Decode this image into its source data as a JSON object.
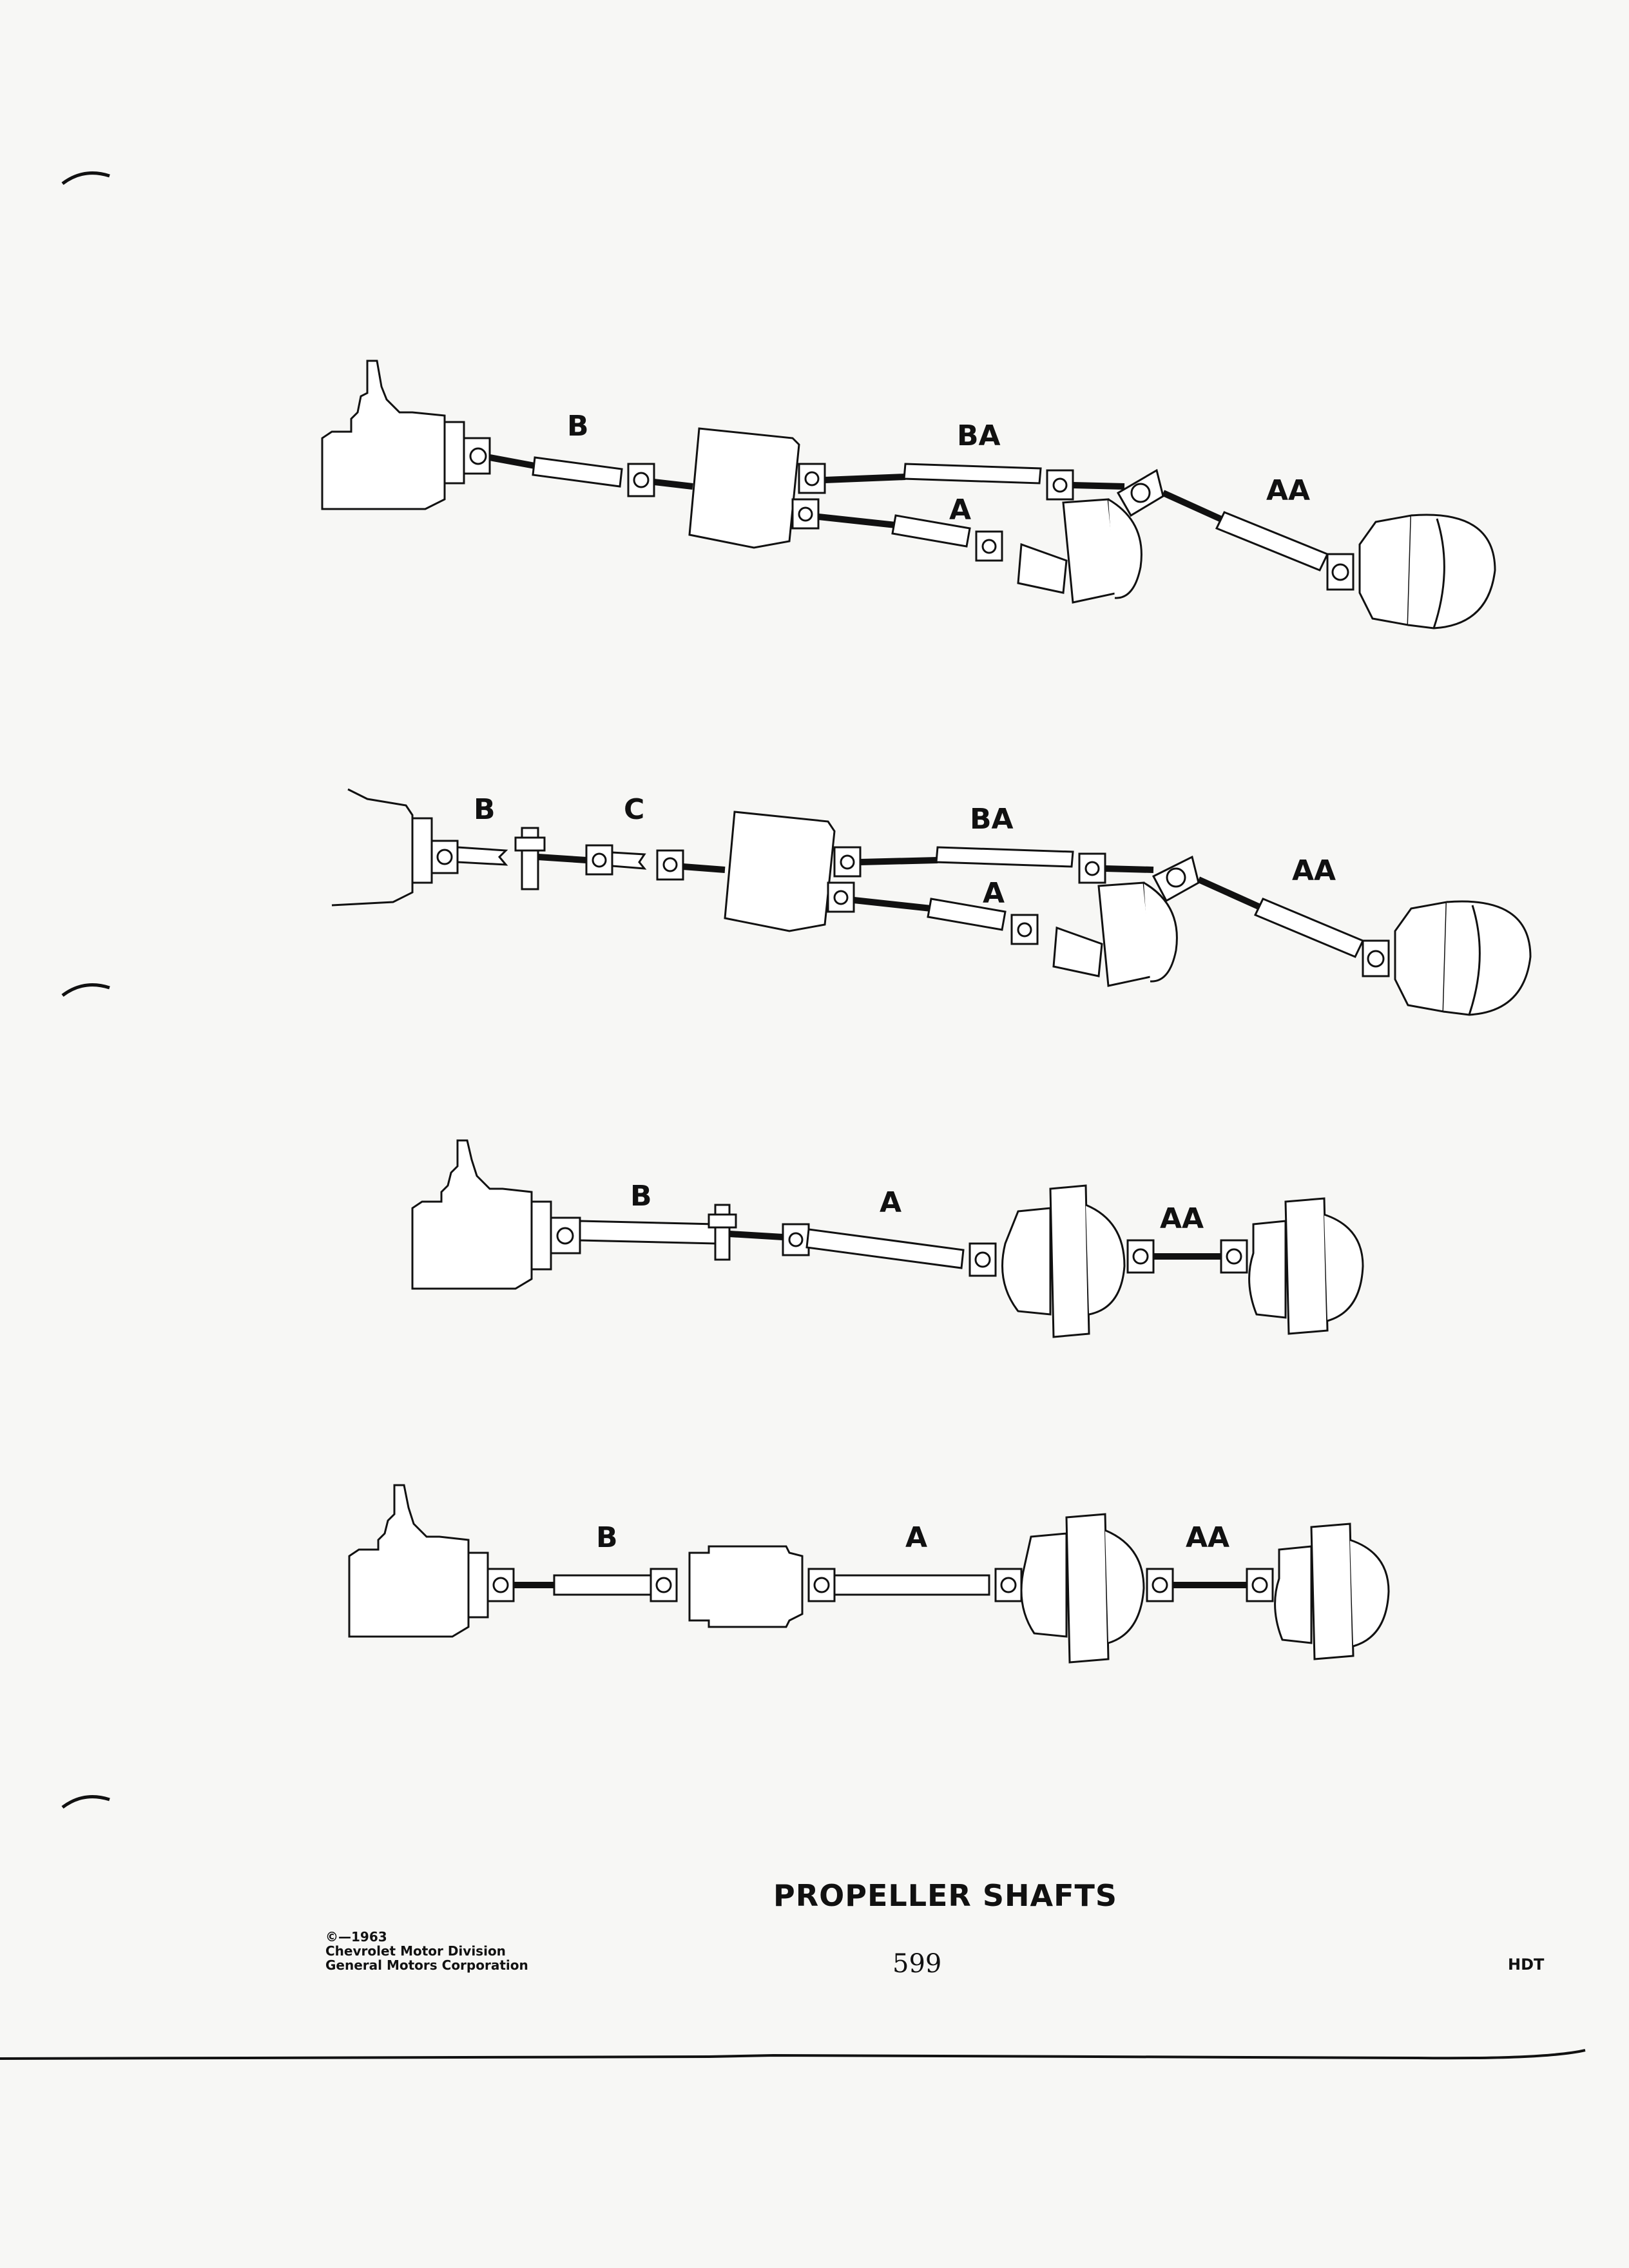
{
  "page": {
    "title": "PROPELLER SHAFTS",
    "copyright_lines": [
      "©—1963",
      "Chevrolet Motor Division",
      "General Motors Corporation"
    ],
    "page_number": "599",
    "series_code": "HDT"
  },
  "diagrams": [
    {
      "labels": {
        "b": "B",
        "ba": "BA",
        "a": "A",
        "aa": "AA"
      }
    },
    {
      "labels": {
        "b": "B",
        "c": "C",
        "ba": "BA",
        "a": "A",
        "aa": "AA"
      }
    },
    {
      "labels": {
        "b": "B",
        "a": "A",
        "aa": "AA"
      }
    },
    {
      "labels": {
        "b": "B",
        "a": "A",
        "aa": "AA"
      }
    }
  ]
}
